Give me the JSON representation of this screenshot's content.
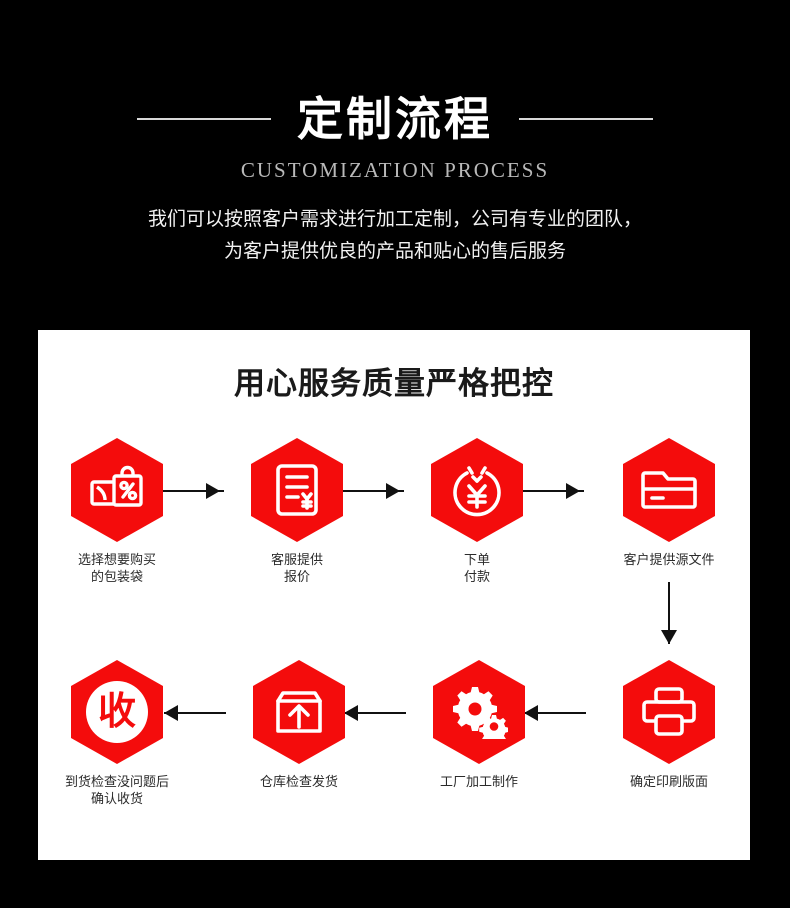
{
  "header": {
    "title": "定制流程",
    "subtitle": "CUSTOMIZATION PROCESS",
    "desc_line1": "我们可以按照客户需求进行加工定制，公司有专业的团队，",
    "desc_line2": "为客户提供优良的产品和贴心的售后服务"
  },
  "card": {
    "title": "用心服务质量严格把控",
    "steps": [
      {
        "icon": "shopping-bag-discount-icon",
        "label": "选择想要购买\n的包装袋"
      },
      {
        "icon": "quote-document-yen-icon",
        "label": "客服提供\n报价"
      },
      {
        "icon": "payment-yen-circle-icon",
        "label": "下单\n付款"
      },
      {
        "icon": "folder-icon",
        "label": "客户提供源文件"
      },
      {
        "icon": "printer-icon",
        "label": "确定印刷版面"
      },
      {
        "icon": "gears-icon",
        "label": "工厂加工制作"
      },
      {
        "icon": "package-up-arrow-icon",
        "label": "仓库检查发货"
      },
      {
        "icon": "receive-char-icon",
        "label": "到货检查没问题后\n确认收货",
        "glyph_text": "收"
      }
    ]
  },
  "colors": {
    "background": "#000000",
    "card": "#ffffff",
    "accent_red": "#f40c0c",
    "line": "#111111",
    "title_text": "#ffffff",
    "subtitle_text": "#b9b9b9",
    "label_text": "#2b2b2b"
  }
}
